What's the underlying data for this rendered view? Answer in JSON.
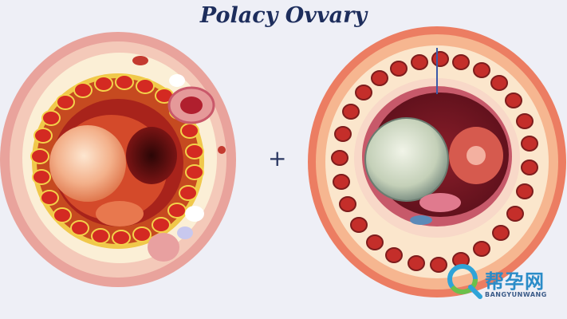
{
  "title": "Polacy Ovvary",
  "operator": "+",
  "watermark": {
    "brand": "帮孕网",
    "sub": "BANGYUNWANG"
  }
}
